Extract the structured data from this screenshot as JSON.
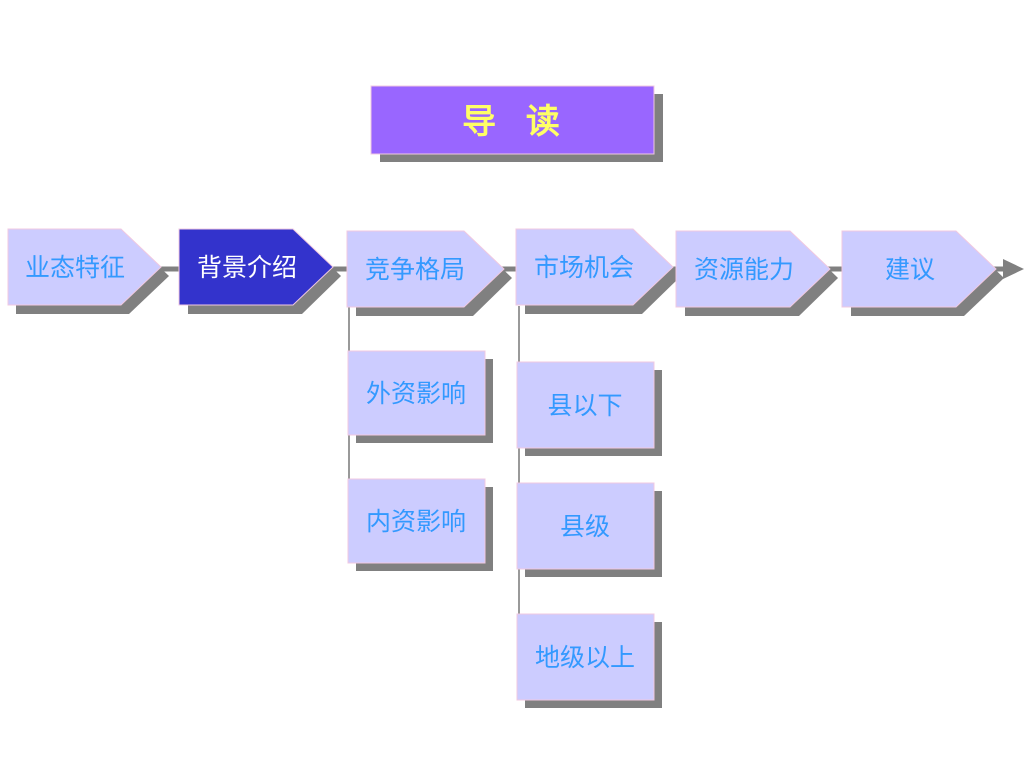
{
  "title": {
    "text": "导  读",
    "fill": "#9966ff",
    "text_color": "#ffff66"
  },
  "colors": {
    "node_fill": "#ccccff",
    "node_text": "#3399ff",
    "active_fill": "#3333cc",
    "active_text": "#ffffff",
    "shadow": "#808080",
    "border": "#f0c8e0",
    "connector": "#999999",
    "arrow": "#808080"
  },
  "steps": [
    {
      "id": "step-1",
      "label": "业态特征",
      "active": false
    },
    {
      "id": "step-2",
      "label": "背景介绍",
      "active": true
    },
    {
      "id": "step-3",
      "label": "竞争格局",
      "active": false
    },
    {
      "id": "step-4",
      "label": "市场机会",
      "active": false
    },
    {
      "id": "step-5",
      "label": "资源能力",
      "active": false
    },
    {
      "id": "step-6",
      "label": "建议",
      "active": false
    }
  ],
  "branches": {
    "competition": {
      "parent": "竞争格局",
      "children": [
        "外资影响",
        "内资影响"
      ]
    },
    "opportunity": {
      "parent": "市场机会",
      "children": [
        "县以下",
        "县级",
        "地级以上"
      ]
    }
  }
}
